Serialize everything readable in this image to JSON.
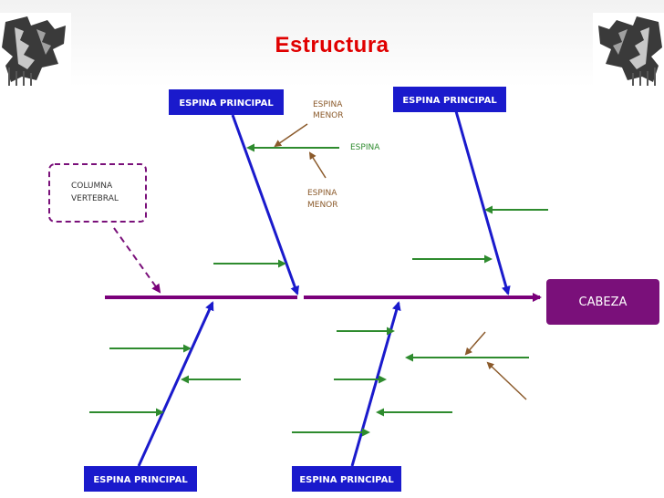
{
  "title": "Estructura",
  "labels": {
    "top_left_principal": "ESPINA PRINCIPAL",
    "top_right_principal": "ESPINA PRINCIPAL",
    "bottom_left_principal": "ESPINA PRINCIPAL",
    "bottom_right_principal": "ESPINA PRINCIPAL",
    "espina_menor_top_1": "ESPINA",
    "espina_menor_top_2": "MENOR",
    "espina": "ESPINA",
    "espina_menor_bottom_1": "ESPINA",
    "espina_menor_bottom_2": "MENOR",
    "columna_1": "COLUMNA",
    "columna_2": "VERTEBRAL",
    "cabeza": "CABEZA"
  },
  "colors": {
    "title": "#e00000",
    "principal_box": "#1a1acc",
    "spine": "#7a007a",
    "head_box": "#7a107a",
    "bone": "#1a1acc",
    "minor_arrow": "#2e8b2e",
    "annotation_arrow": "#8b5a2b",
    "annotation_text": "#8b5a2b"
  }
}
